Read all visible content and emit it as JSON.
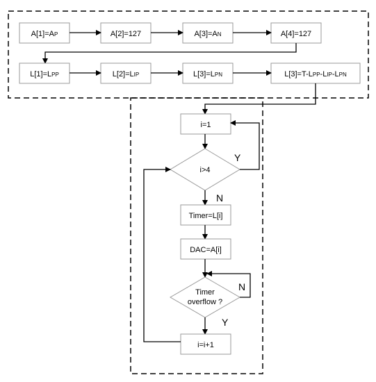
{
  "top_row": {
    "amplitudes": [
      {
        "main": "A[1]=A",
        "sub": "P"
      },
      {
        "main": "A[2]=127",
        "sub": ""
      },
      {
        "main": "A[3]=A",
        "sub": "N"
      },
      {
        "main": "A[4]=127",
        "sub": ""
      }
    ],
    "lengths": [
      {
        "main": "L[1]=L",
        "sub": "PP"
      },
      {
        "main": "L[2]=L",
        "sub": "IP"
      },
      {
        "main": "L[3]=L",
        "sub": "PN"
      },
      {
        "main": "L[3]=T-L",
        "sub": "PP",
        "rest": [
          [
            "-L",
            "IP"
          ],
          [
            "-L",
            "PN"
          ]
        ]
      }
    ]
  },
  "flow": {
    "init": "i=1",
    "condition": "i>4",
    "yes_label": "Y",
    "no_label": "N",
    "set_timer": "Timer=L[i]",
    "set_dac": "DAC=A[i]",
    "wait_line1": "Timer",
    "wait_line2": "overflow ?",
    "wait_no_label": "N",
    "wait_yes_label": "Y",
    "increment": "i=i+1"
  }
}
